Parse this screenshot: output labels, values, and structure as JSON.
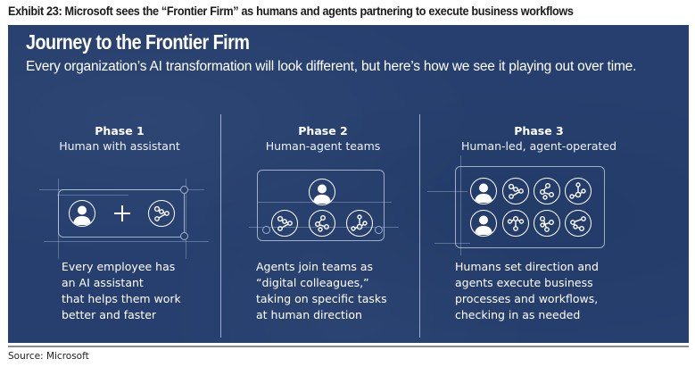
{
  "exhibit": {
    "title": "Exhibit 23:  Microsoft sees the “Frontier Firm” as humans and agents partnering to execute business workflows"
  },
  "panel": {
    "title": "Journey to the Frontier Firm",
    "subtitle": "Every organization’s AI transformation will look different, but here’s how we see it playing out over time.",
    "background_color": "#263f6e",
    "text_color": "#ffffff"
  },
  "phases": [
    {
      "number_label": "Phase 1",
      "name": "Human with assistant",
      "icons": [
        "human-icon",
        "plus-icon",
        "agent-icon"
      ],
      "description": [
        "Every employee has",
        "an AI assistant",
        "that helps them work",
        "better and faster"
      ]
    },
    {
      "number_label": "Phase 2",
      "name": "Human-agent teams",
      "icons": [
        "human-icon",
        "agent-icon",
        "agent-icon",
        "agent-icon"
      ],
      "description": [
        "Agents join teams as",
        "“digital colleagues,”",
        "taking on specific tasks",
        "at human direction"
      ]
    },
    {
      "number_label": "Phase 3",
      "name": "Human-led, agent-operated",
      "icons": [
        "human-icon",
        "agent-icon",
        "agent-icon",
        "agent-icon",
        "human-icon",
        "agent-icon",
        "agent-icon",
        "agent-icon"
      ],
      "description": [
        "Humans set direction and",
        "agents execute business",
        "processes and workflows,",
        "checking in as needed"
      ]
    }
  ],
  "source": "Source:  Microsoft"
}
